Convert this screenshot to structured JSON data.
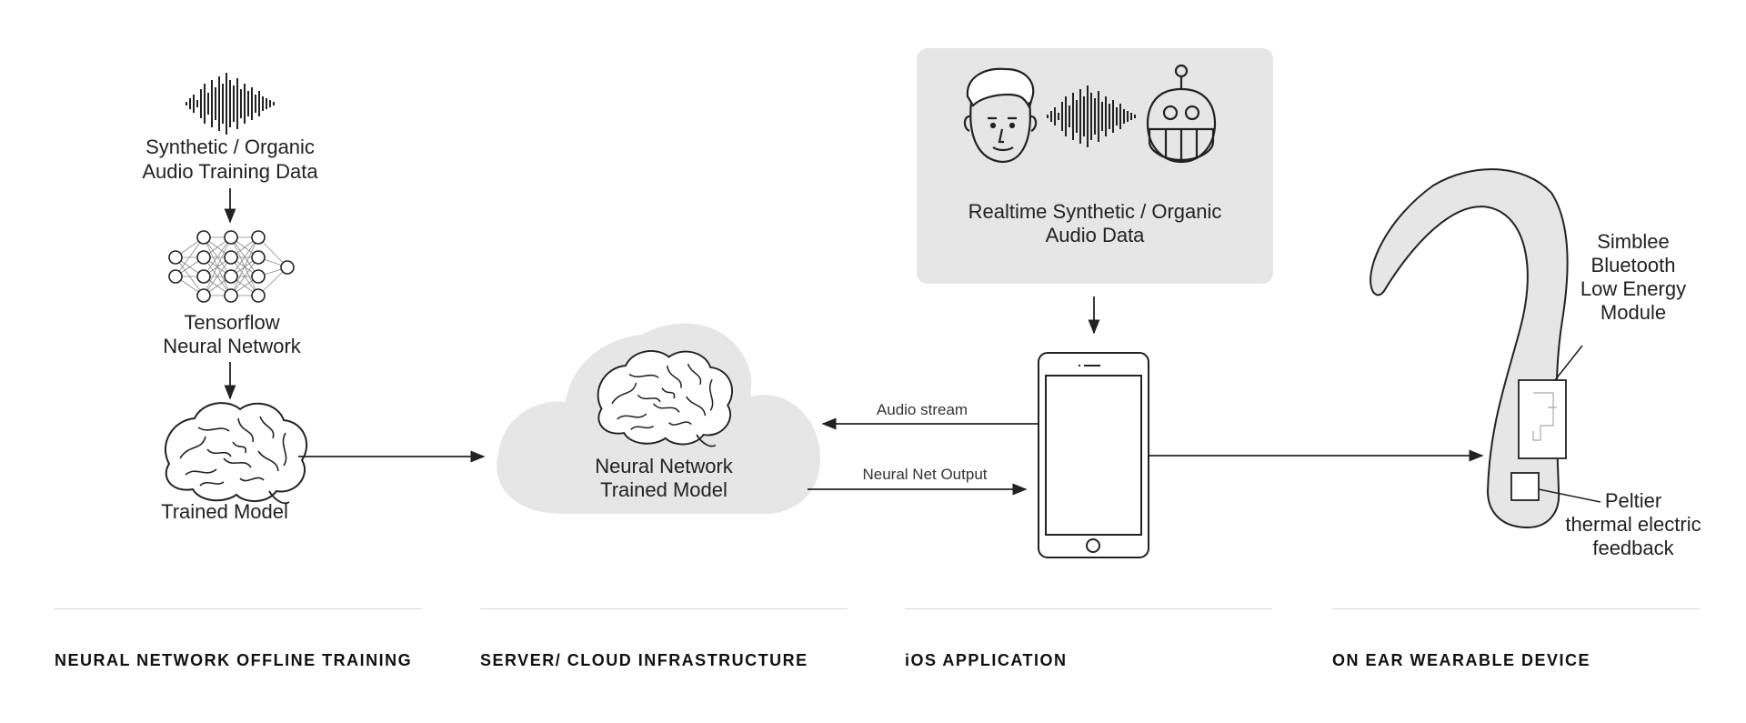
{
  "training": {
    "audio_label_1": "Synthetic / Organic",
    "audio_label_2": "Audio Training Data",
    "nn_label_1": "Tensorflow",
    "nn_label_2": "Neural Network",
    "model_label": "Trained Model"
  },
  "cloud": {
    "label_1": "Neural Network",
    "label_2": "Trained Model"
  },
  "realtime": {
    "label_1": "Realtime Synthetic / Organic",
    "label_2": "Audio Data"
  },
  "arrows": {
    "audio_stream": "Audio stream",
    "nn_output": "Neural Net Output"
  },
  "device": {
    "module_1": "Simblee",
    "module_2": "Bluetooth",
    "module_3": "Low Energy",
    "module_4": "Module",
    "peltier_1": "Peltier",
    "peltier_2": "thermal electric",
    "peltier_3": "feedback"
  },
  "sections": {
    "s1": "NEURAL NETWORK OFFLINE TRAINING",
    "s2": "SERVER/ CLOUD INFRASTRUCTURE",
    "s3": "iOS APPLICATION",
    "s4": "ON EAR WEARABLE DEVICE"
  },
  "colors": {
    "panel": "#e6e6e6",
    "stroke": "#222222",
    "divider": "#d9d9d9"
  },
  "icons": [
    "waveform-icon",
    "neural-network-icon",
    "brain-icon",
    "cloud-icon",
    "human-face-icon",
    "robot-face-icon",
    "smartphone-icon",
    "earpiece-icon"
  ]
}
